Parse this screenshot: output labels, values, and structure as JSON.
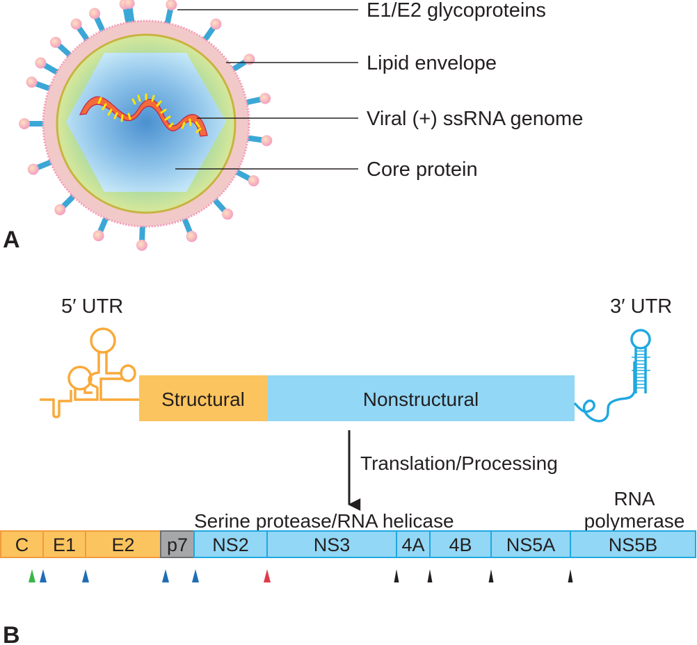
{
  "panel_a": {
    "letter": "A",
    "labels": [
      {
        "id": "glycoproteins",
        "text": "E1/E2 glycoproteins"
      },
      {
        "id": "envelope",
        "text": "Lipid envelope"
      },
      {
        "id": "genome",
        "text": "Viral (+) ssRNA genome"
      },
      {
        "id": "core",
        "text": "Core protein"
      }
    ],
    "colors": {
      "envelope": "#f2c9c9",
      "envelope_dots": "#f49ab8",
      "capsid_ring": "#c8b340",
      "capsid_fill_outer": "#c9e59a",
      "core_hex": "#b9e2f5",
      "core_center": "#4a90d0",
      "spike_stalk": "#3ba7d6",
      "spike_head": "#f7b3c7",
      "rna_ribbon": "#f26b3a",
      "rna_bases": "#ffe600"
    }
  },
  "panel_b": {
    "letter": "B",
    "utr5_label": "5′ UTR",
    "utr3_label": "3′ UTR",
    "genome_regions": [
      {
        "name": "Structural",
        "color": "#fcc45e"
      },
      {
        "name": "Nonstructural",
        "color": "#92d7f5"
      }
    ],
    "arrow_label": "Translation/Processing",
    "annotations": {
      "ns3_function": "Serine protease/RNA helicase",
      "ns5b_function_line1": "RNA",
      "ns5b_function_line2": "polymerase"
    },
    "proteins": [
      {
        "name": "C",
        "type": "structural"
      },
      {
        "name": "E1",
        "type": "structural"
      },
      {
        "name": "E2",
        "type": "structural"
      },
      {
        "name": "p7",
        "type": "other"
      },
      {
        "name": "NS2",
        "type": "nonstructural"
      },
      {
        "name": "NS3",
        "type": "nonstructural"
      },
      {
        "name": "4A",
        "type": "nonstructural"
      },
      {
        "name": "4B",
        "type": "nonstructural"
      },
      {
        "name": "NS5A",
        "type": "nonstructural"
      },
      {
        "name": "NS5B",
        "type": "nonstructural"
      }
    ],
    "cleavage_markers": [
      {
        "color": "green"
      },
      {
        "color": "blue"
      },
      {
        "color": "blue"
      },
      {
        "color": "blue"
      },
      {
        "color": "blue"
      },
      {
        "color": "red"
      },
      {
        "color": "black"
      },
      {
        "color": "black"
      },
      {
        "color": "black"
      },
      {
        "color": "black"
      }
    ],
    "colors": {
      "structural": "#fcc45e",
      "structural_border": "#f39a3b",
      "other": "#a6a7a9",
      "other_border": "#6d6e70",
      "nonstructural": "#92d7f5",
      "nonstructural_border": "#1fa8e0",
      "utr5": "#f9a93a",
      "utr3": "#1fa8e0",
      "marker_green": "#3bb54a",
      "marker_blue": "#1f6eb5",
      "marker_red": "#e03a4a",
      "marker_black": "#231f20"
    }
  }
}
